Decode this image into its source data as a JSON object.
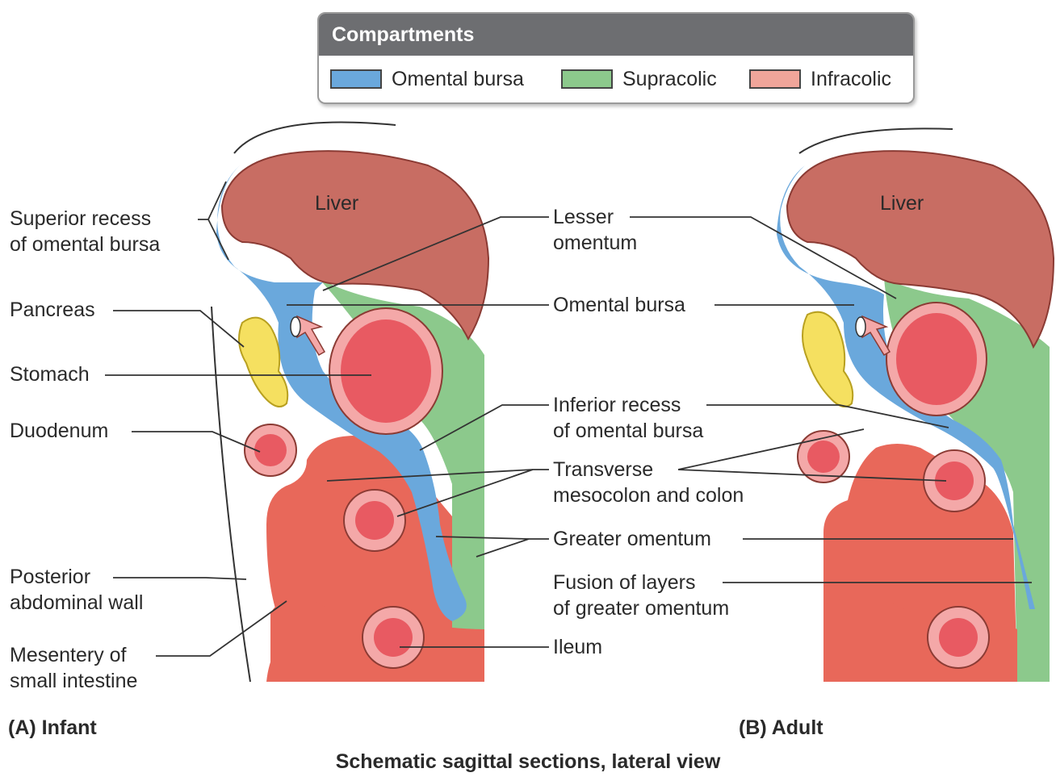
{
  "legend": {
    "title": "Compartments",
    "items": [
      {
        "label": "Omental bursa",
        "color": "#6aa8dc"
      },
      {
        "label": "Supracolic",
        "color": "#8cc98c"
      },
      {
        "label": "Infracolic",
        "color": "#f0a59a"
      }
    ]
  },
  "organs": {
    "liver_infant": "Liver",
    "liver_adult": "Liver"
  },
  "labels": {
    "superior_recess": "Superior recess\nof omental bursa",
    "pancreas": "Pancreas",
    "stomach": "Stomach",
    "duodenum": "Duodenum",
    "posterior_wall": "Posterior\nabdominal wall",
    "mesentery": "Mesentery of\nsmall intestine",
    "lesser_omentum": "Lesser\nomentum",
    "omental_bursa": "Omental bursa",
    "inferior_recess": "Inferior recess\nof omental bursa",
    "transverse": "Transverse\nmesocolon and colon",
    "greater_omentum": "Greater omentum",
    "fusion": "Fusion of layers\nof greater omentum",
    "ileum": "Ileum"
  },
  "panels": {
    "infant": "(A) Infant",
    "adult": "(B) Adult"
  },
  "caption": "Schematic sagittal sections, lateral view",
  "colors": {
    "liver": "#c86d63",
    "liver_outline": "#8b3b34",
    "bursa": "#6aa8dc",
    "supracolic": "#8cc98c",
    "infracolic": "#e8685a",
    "stomach": "#e85a62",
    "stomach_ring": "#f4a8a8",
    "pancreas": "#f5e060",
    "line": "#333333"
  }
}
